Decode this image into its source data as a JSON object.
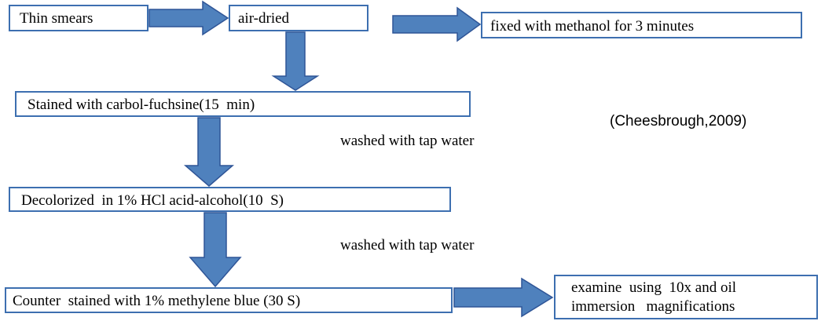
{
  "colors": {
    "arrow_fill": "#4f81bd",
    "arrow_stroke": "#2f5597",
    "box_border": "#3d6fb0",
    "text": "#000000",
    "background": "#ffffff"
  },
  "steps": {
    "thin_smears": "Thin smears",
    "air_dried": "air-dried",
    "fixed": "fixed with methanol for 3 minutes",
    "stained": "Stained with carbol-fuchsine(15  min)",
    "decolorized": "Decolorized  in 1% HCl acid-alcohol(10  S)",
    "counter_stained": "Counter  stained with 1% methylene blue (30 S)",
    "examine_line1": "examine  using  10x and oil",
    "examine_line2": "immersion   magnifications"
  },
  "labels": {
    "wash_1": "washed with tap water",
    "wash_2": "washed with tap water"
  },
  "citation": "(Cheesbrough,2009)",
  "arrows": [
    {
      "name": "arrow-thin-smears-to-air-dried",
      "direction": "right"
    },
    {
      "name": "arrow-air-dried-to-fixed",
      "direction": "right"
    },
    {
      "name": "arrow-air-dried-to-stained",
      "direction": "down"
    },
    {
      "name": "arrow-stained-to-decolorized",
      "direction": "down"
    },
    {
      "name": "arrow-decolorized-to-counter-stained",
      "direction": "down"
    },
    {
      "name": "arrow-counter-stained-to-examine",
      "direction": "right"
    }
  ]
}
